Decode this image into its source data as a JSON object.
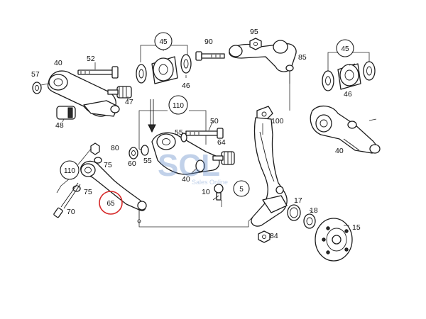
{
  "callouts": {
    "c57": "57",
    "c40a": "40",
    "c52": "52",
    "c47a": "47",
    "c48": "48",
    "c45a": "45",
    "c46a": "46",
    "c90": "90",
    "c95": "95",
    "c85": "85",
    "c45b": "45",
    "c46b": "46",
    "c110a": "110",
    "c55a": "55",
    "c50": "50",
    "c64": "64",
    "c100": "100",
    "c40b": "40",
    "c80": "80",
    "c75a": "75",
    "c110b": "110",
    "c75b": "75",
    "c70": "70",
    "c65": "65",
    "c60": "60",
    "c55b": "55",
    "c40c": "40",
    "c10": "10",
    "c5": "5",
    "c17": "17",
    "c18": "18",
    "c15": "15",
    "c84": "84"
  },
  "watermark": {
    "brand": "SCL",
    "tagline": "Sales Online"
  },
  "colors": {
    "highlight": "#d62828",
    "watermark": "#5f88c8",
    "line": "#1c1c1c"
  }
}
